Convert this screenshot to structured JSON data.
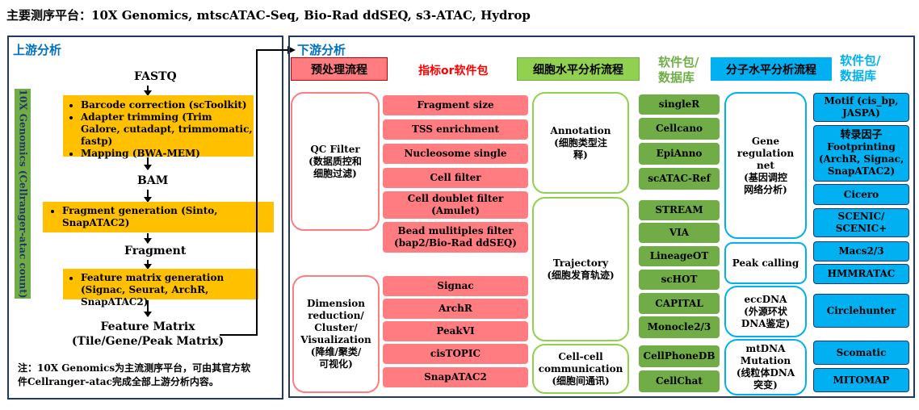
{
  "title": "主要测序平台：10X Genomics, mtscATAC-Seq, Bio-Rad ddSEQ, s3-ATAC, Hydrop",
  "upstream": {
    "title": "上游分析",
    "vertical_label": "10X Genomics (Cellranger-atac count)",
    "fastq": "FASTQ",
    "box1": [
      "Barcode correction (scToolkit)",
      "Adapter trimming (Trim Galore, cutadapt, trimmomatic, fastp)",
      "Mapping (BWA-MEM)"
    ],
    "bam": "BAM",
    "box2": [
      "Fragment generation (Sinto, SnapATAC2)"
    ],
    "fragment": "Fragment",
    "box3": [
      "Feature matrix generation (Signac, Seurat, ArchR, SnapATAC2)"
    ],
    "feature_matrix_line1": "Feature Matrix",
    "feature_matrix_line2": "(Tile/Gene/Peak Matrix)",
    "note_line1": "注：10X Genomics为主流测序平台，可由其官方软",
    "note_line2": "件Cellranger-atac完成全部上游分析内容。"
  },
  "downstream": {
    "title": "下游分析",
    "hdr_preprocess": "预处理流程",
    "hdr_metrics": "指标or软件包",
    "hdr_cell_level": "细胞水平分析流程",
    "hdr_pkg_db_1_line1": "软件包/",
    "hdr_pkg_db_1_line2": "数据库",
    "hdr_molecular": "分子水平分析流程",
    "hdr_pkg_db_2_line1": "软件包/",
    "hdr_pkg_db_2_line2": "数据库",
    "qc_filter": [
      "QC Filter",
      "(数据质控和",
      "细胞过滤)"
    ],
    "dim_red": [
      "Dimension",
      "reduction/",
      "Cluster/",
      "Visualization",
      "(降维/聚类/",
      "可视化)"
    ],
    "metrics": [
      "Fragment size",
      "TSS enrichment",
      "Nucleosome single",
      "Cell filter",
      "Cell doublet filter (Amulet)",
      "Bead mulitiples filter (bap2/Bio-Rad ddSEQ)"
    ],
    "dim_tools": [
      "Signac",
      "ArchR",
      "PeakVI",
      "cisTOPIC",
      "SnapATAC2"
    ],
    "annotation": [
      "Annotation",
      "(细胞类型注",
      "释)"
    ],
    "trajectory": [
      "Trajectory",
      "(细胞发育轨迹)"
    ],
    "cellcell": [
      "Cell-cell",
      "communication",
      "(细胞间通讯)"
    ],
    "cell_pkgs": [
      "singleR",
      "Cellcano",
      "EpiAnno",
      "scATAC-Ref",
      "STREAM",
      "VIA",
      "LineageOT",
      "scHOT",
      "CAPITAL",
      "Monocle2/3",
      "CellPhoneDB",
      "CellChat"
    ],
    "grn": [
      "Gene",
      "regulation",
      "net",
      "(基因调控",
      "网络分析)"
    ],
    "peak_calling": "Peak calling",
    "eccdna": [
      "eccDNA",
      "(外源环状",
      "DNA鉴定)"
    ],
    "mtdna": [
      "mtDNA",
      "Mutation",
      "(线粒体DNA",
      "突变)"
    ],
    "mol_pkgs": [
      "Motif (cis_bp, JASPA)",
      "转录因子",
      "Footprinting",
      "(ArchR, Signac, SnapATAC2)",
      "Cicero",
      "SCENIC/ SCENIC+",
      "Macs2/3",
      "HMMRATAC",
      "Circlehunter",
      "Scomatic",
      "MITOMAP"
    ]
  },
  "colors": {
    "pink": "#ff7c80",
    "green": "#70ad47",
    "light_green": "#92d050",
    "blue": "#00b0f0",
    "orange": "#ffc000",
    "navy": "#1f3864"
  }
}
